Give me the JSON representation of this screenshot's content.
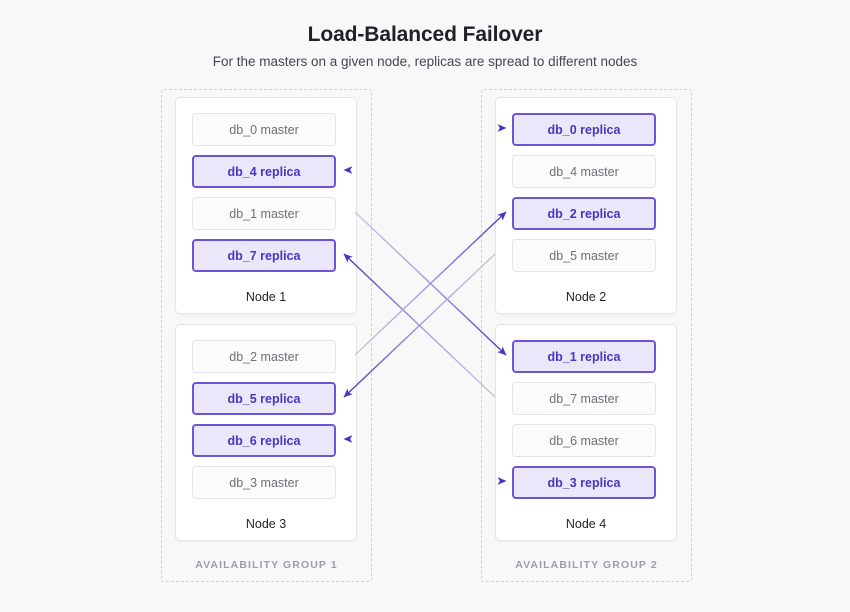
{
  "header": {
    "title": "Load-Balanced Failover",
    "subtitle": "For the masters on a given node, replicas are spread to different nodes"
  },
  "colors": {
    "page_background": "#f8f8f9",
    "replica_accent": "#6d53d8",
    "replica_fill": "#e9e7f9",
    "replica_text": "#4c34c0",
    "master_border": "#e3e3e8",
    "master_text": "#6e7078",
    "arrow_purple": "#4c34c0",
    "arrow_grey": "#c9c9d2",
    "group_border": "#cfd0d6",
    "group_label": "#9b9daa"
  },
  "groups": [
    {
      "id": "ag1",
      "label": "AVAILABILITY GROUP 1"
    },
    {
      "id": "ag2",
      "label": "AVAILABILITY GROUP 2"
    }
  ],
  "nodes": [
    {
      "id": "node1",
      "label": "Node 1",
      "group": "ag1",
      "items": [
        {
          "label": "db_0 master",
          "role": "master",
          "db": "db_0"
        },
        {
          "label": "db_4 replica",
          "role": "replica",
          "db": "db_4"
        },
        {
          "label": "db_1 master",
          "role": "master",
          "db": "db_1"
        },
        {
          "label": "db_7 replica",
          "role": "replica",
          "db": "db_7"
        }
      ]
    },
    {
      "id": "node2",
      "label": "Node 2",
      "group": "ag2",
      "items": [
        {
          "label": "db_0 replica",
          "role": "replica",
          "db": "db_0"
        },
        {
          "label": "db_4 master",
          "role": "master",
          "db": "db_4"
        },
        {
          "label": "db_2 replica",
          "role": "replica",
          "db": "db_2"
        },
        {
          "label": "db_5 master",
          "role": "master",
          "db": "db_5"
        }
      ]
    },
    {
      "id": "node3",
      "label": "Node 3",
      "group": "ag1",
      "items": [
        {
          "label": "db_2 master",
          "role": "master",
          "db": "db_2"
        },
        {
          "label": "db_5 replica",
          "role": "replica",
          "db": "db_5"
        },
        {
          "label": "db_6 replica",
          "role": "replica",
          "db": "db_6"
        },
        {
          "label": "db_3 master",
          "role": "master",
          "db": "db_3"
        }
      ]
    },
    {
      "id": "node4",
      "label": "Node 4",
      "group": "ag2",
      "items": [
        {
          "label": "db_1 replica",
          "role": "replica",
          "db": "db_1"
        },
        {
          "label": "db_7 master",
          "role": "master",
          "db": "db_7"
        },
        {
          "label": "db_6 master",
          "role": "master",
          "db": "db_6"
        },
        {
          "label": "db_3 replica",
          "role": "replica",
          "db": "db_3"
        }
      ]
    }
  ],
  "connections": [
    {
      "db": "db_0",
      "from_node": "node1",
      "from_item": 0,
      "to_node": "node2",
      "to_item": 0,
      "kind": "horizontal"
    },
    {
      "db": "db_4",
      "from_node": "node2",
      "from_item": 1,
      "to_node": "node1",
      "to_item": 1,
      "kind": "horizontal"
    },
    {
      "db": "db_1",
      "from_node": "node1",
      "from_item": 2,
      "to_node": "node4",
      "to_item": 0,
      "kind": "diagonal"
    },
    {
      "db": "db_7",
      "from_node": "node4",
      "from_item": 1,
      "to_node": "node1",
      "to_item": 3,
      "kind": "diagonal"
    },
    {
      "db": "db_2",
      "from_node": "node3",
      "from_item": 0,
      "to_node": "node2",
      "to_item": 2,
      "kind": "diagonal"
    },
    {
      "db": "db_5",
      "from_node": "node2",
      "from_item": 3,
      "to_node": "node3",
      "to_item": 1,
      "kind": "diagonal"
    },
    {
      "db": "db_6",
      "from_node": "node4",
      "from_item": 2,
      "to_node": "node3",
      "to_item": 2,
      "kind": "horizontal"
    },
    {
      "db": "db_3",
      "from_node": "node3",
      "from_item": 3,
      "to_node": "node4",
      "to_item": 3,
      "kind": "horizontal"
    }
  ]
}
